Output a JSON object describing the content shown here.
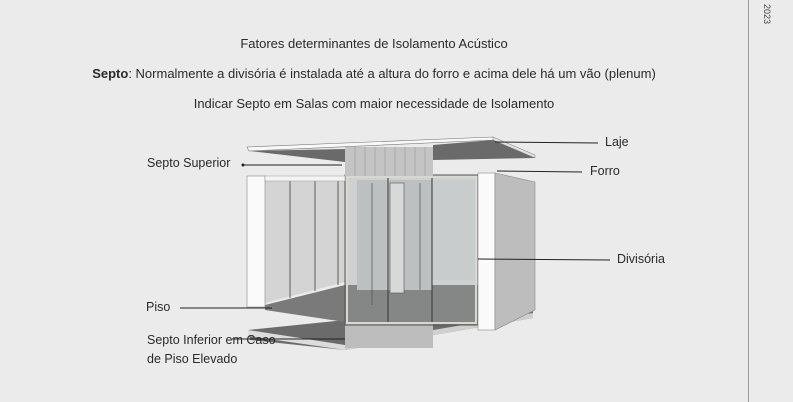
{
  "header": {
    "title": "Fatores determinantes de Isolamento Acústico",
    "septo_label": "Septo",
    "septo_text": ": Normalmente a divisória é instalada até a altura do forro e acima dele há um vão (plenum)",
    "subtitle": "Indicar Septo em Salas com maior necessidade de Isolamento"
  },
  "labels": {
    "laje": "Laje",
    "forro": "Forro",
    "septo_superior": "Septo Superior",
    "divisoria": "Divisória",
    "piso": "Piso",
    "septo_inferior_1": "Septo Inferior em Caso",
    "septo_inferior_2": "de Piso Elevado"
  },
  "side": {
    "year": "2023"
  }
}
